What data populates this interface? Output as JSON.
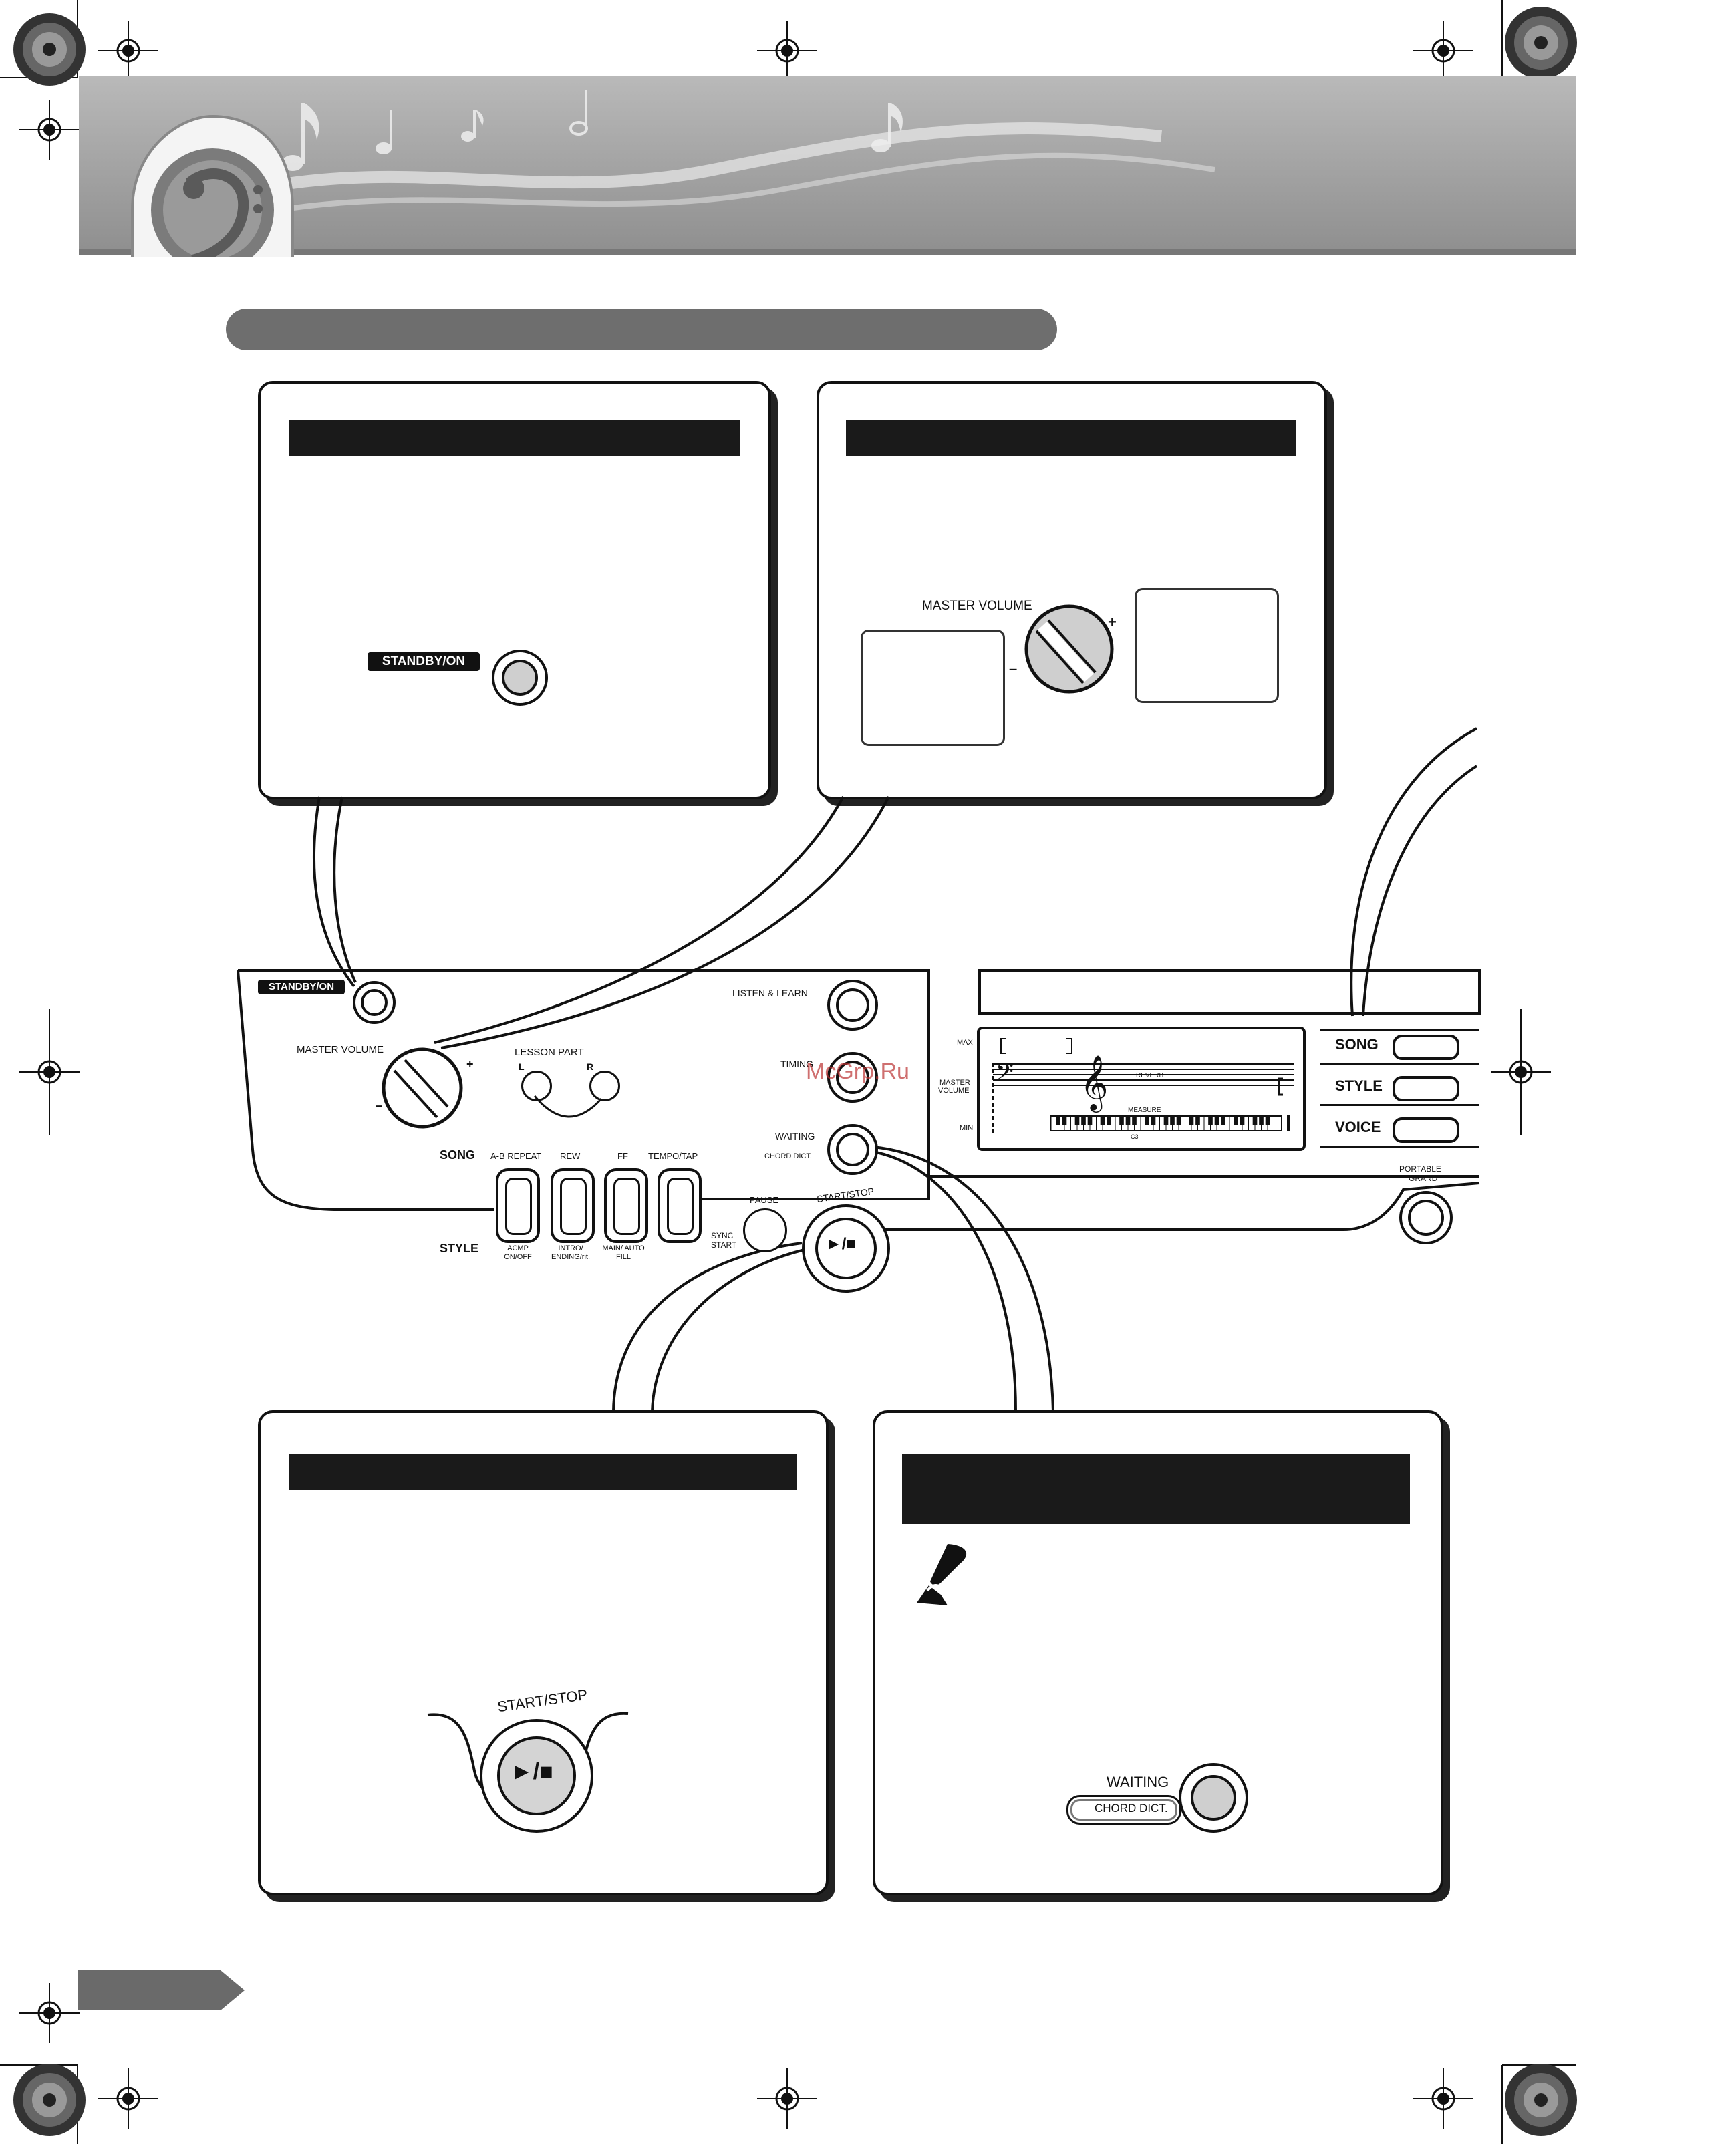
{
  "watermark": "McGrp.Ru",
  "header": {
    "icon": "bass-clef-icon",
    "notes": [
      "eighth-note-icon",
      "eighth-note-icon",
      "sixteenth-note-icon",
      "half-note-icon",
      "eighth-note-icon"
    ]
  },
  "panels": {
    "standby": {
      "button_label": "STANDBY/ON"
    },
    "volume": {
      "knob_label": "MASTER VOLUME",
      "plus": "+",
      "minus": "–"
    },
    "start_stop": {
      "button_label": "START/STOP",
      "symbol": "►/■"
    },
    "waiting": {
      "button_label": "WAITING",
      "sub_label": "CHORD DICT."
    }
  },
  "keyboard": {
    "standby_label": "STANDBY/ON",
    "master_volume": "MASTER VOLUME",
    "plus": "+",
    "minus": "–",
    "lesson_part": "LESSON PART",
    "lesson_l": "L",
    "lesson_r": "R",
    "listen_learn": "LISTEN & LEARN",
    "timing": "TIMING",
    "waiting": "WAITING",
    "chord_dict": "CHORD DICT.",
    "song_row_label": "SONG",
    "style_row_label": "STYLE",
    "song_buttons": [
      "A-B REPEAT",
      "REW",
      "FF",
      "TEMPO/TAP"
    ],
    "style_buttons": [
      "ACMP ON/OFF",
      "INTRO/ ENDING/rit.",
      "MAIN/ AUTO FILL",
      ""
    ],
    "pause": "PAUSE",
    "sync_start": "SYNC START",
    "start_stop": "START/STOP",
    "start_stop_symbol": "►/■",
    "display": {
      "max": "MAX",
      "master_volume_1": "MASTER",
      "master_volume_2": "VOLUME",
      "min": "MIN",
      "reverb": "REVERB",
      "measure": "MEASURE",
      "c3": "C3"
    },
    "modes": [
      "SONG",
      "STYLE",
      "VOICE"
    ],
    "portable_grand_1": "PORTABLE",
    "portable_grand_2": "GRAND"
  },
  "colors": {
    "header_gray": "#9a9a9a",
    "section_pill": "#6e6e6e",
    "panel_bar": "#1a1a1a",
    "button_fill": "#cfcfcf"
  }
}
